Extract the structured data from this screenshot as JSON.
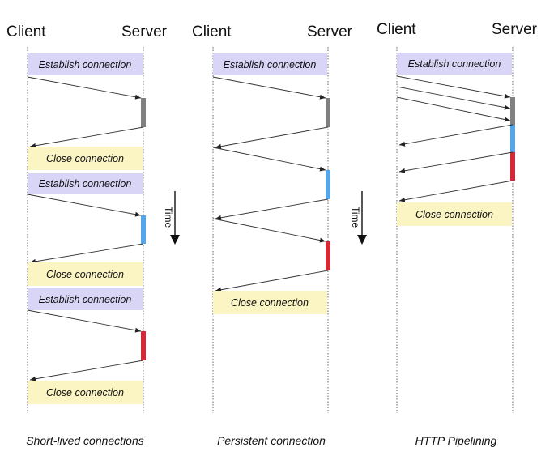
{
  "colors": {
    "establish": "#d9d5f7",
    "close": "#fbf5c4",
    "block_gray": "#808080",
    "block_blue": "#55a5e8",
    "block_red": "#d22a36"
  },
  "time_label": "Time",
  "panels": [
    {
      "client_label": "Client",
      "server_label": "Server",
      "caption": "Short-lived connections",
      "establish_boxes": [
        {
          "label": "Establish connection"
        },
        {
          "label": "Establish connection"
        },
        {
          "label": "Establish connection"
        }
      ],
      "close_boxes": [
        {
          "label": "Close connection"
        },
        {
          "label": "Close connection"
        },
        {
          "label": "Close connection"
        }
      ]
    },
    {
      "client_label": "Client",
      "server_label": "Server",
      "caption": "Persistent connection",
      "establish_boxes": [
        {
          "label": "Establish connection"
        }
      ],
      "close_boxes": [
        {
          "label": "Close connection"
        }
      ]
    },
    {
      "client_label": "Client",
      "server_label": "Server",
      "caption": "HTTP Pipelining",
      "establish_boxes": [
        {
          "label": "Establish connection"
        }
      ],
      "close_boxes": [
        {
          "label": "Close connection"
        }
      ]
    }
  ]
}
